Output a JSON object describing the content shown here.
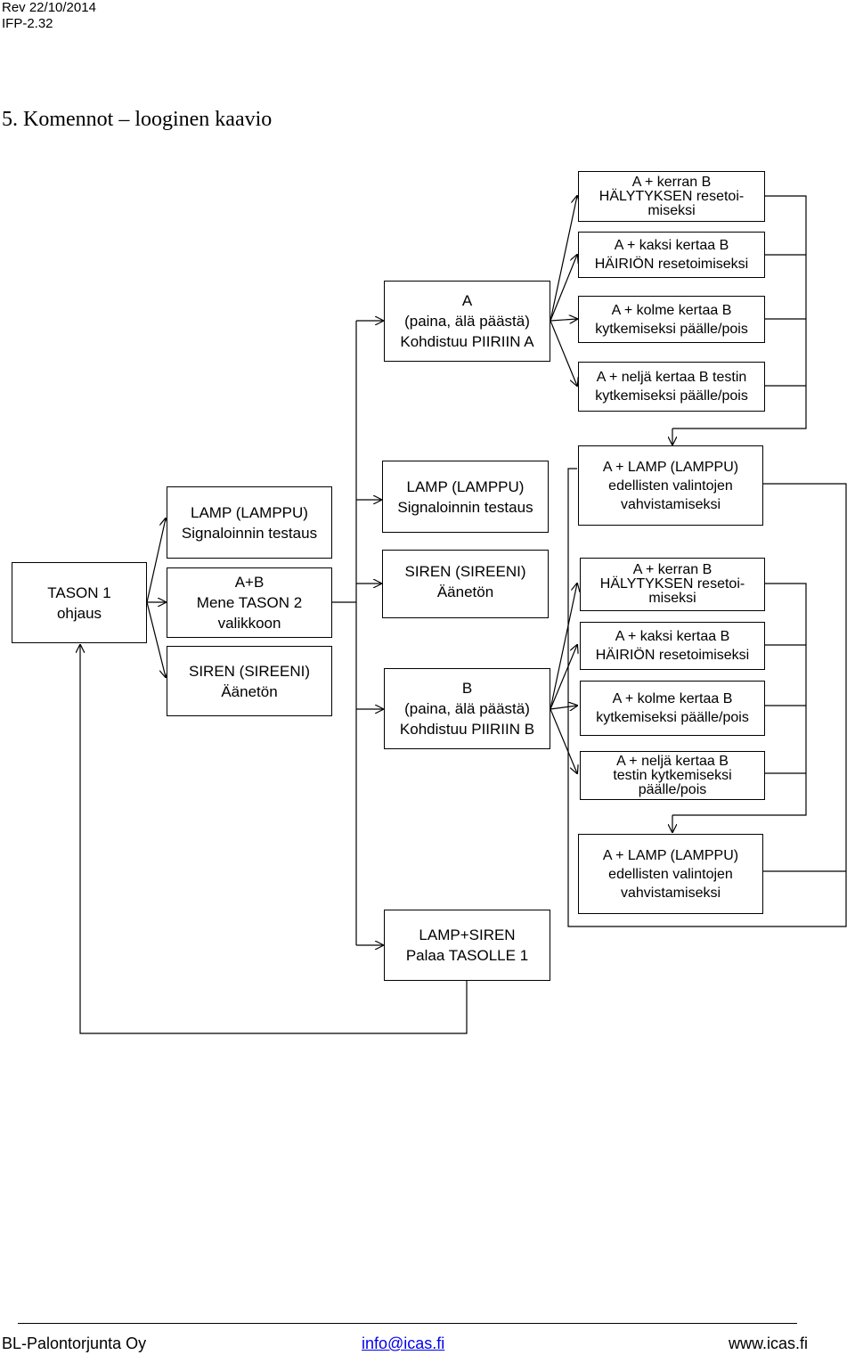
{
  "header": {
    "revision": "Rev 22/10/2014",
    "document_code": "IFP-2.32"
  },
  "title": "5. Komennot – looginen kaavio",
  "boxes": {
    "tason1": [
      "TASON 1",
      "ohjaus"
    ],
    "lamp_left": [
      "LAMP (LAMPPU)",
      "Signaloinnin testaus"
    ],
    "ab_menu": [
      "A+B",
      "Mene TASON 2",
      "valikkoon"
    ],
    "siren_left": [
      "SIREN (SIREENI)",
      "Äänetön"
    ],
    "press_a": [
      "A",
      "(paina, älä päästä)",
      "Kohdistuu PIIRIIN A"
    ],
    "lamp_mid": [
      "LAMP (LAMPPU)",
      "Signaloinnin testaus"
    ],
    "siren_mid": [
      "SIREN (SIREENI)",
      "Äänetön"
    ],
    "press_b": [
      "B",
      "(paina, älä päästä)",
      "Kohdistuu PIIRIIN B"
    ],
    "lamp_siren": [
      "LAMP+SIREN",
      "Palaa TASOLLE 1"
    ],
    "a_group": [
      [
        "A + kerran B",
        "HÄLYTYKSEN resetoi-",
        "miseksi"
      ],
      [
        "A + kaksi kertaa B",
        "HÄIRIÖN resetoimiseksi"
      ],
      [
        "A + kolme kertaa B",
        "kytkemiseksi päälle/pois"
      ],
      [
        "A + neljä kertaa B testin",
        "kytkemiseksi päälle/pois"
      ],
      [
        "A + LAMP (LAMPPU)",
        "edellisten valintojen",
        "vahvistamiseksi"
      ]
    ],
    "b_group": [
      [
        "A + kerran B",
        "HÄLYTYKSEN resetoi-",
        "miseksi"
      ],
      [
        "A + kaksi kertaa B",
        "HÄIRIÖN resetoimiseksi"
      ],
      [
        "A + kolme kertaa B",
        "kytkemiseksi päälle/pois"
      ],
      [
        "A + neljä kertaa B",
        "testin kytkemiseksi",
        "päälle/pois"
      ],
      [
        "A + LAMP (LAMPPU)",
        "edellisten valintojen",
        "vahvistamiseksi"
      ]
    ]
  },
  "footer": {
    "company": "BL-Palontorjunta Oy",
    "email": "info@icas.fi",
    "website": "www.icas.fi"
  }
}
